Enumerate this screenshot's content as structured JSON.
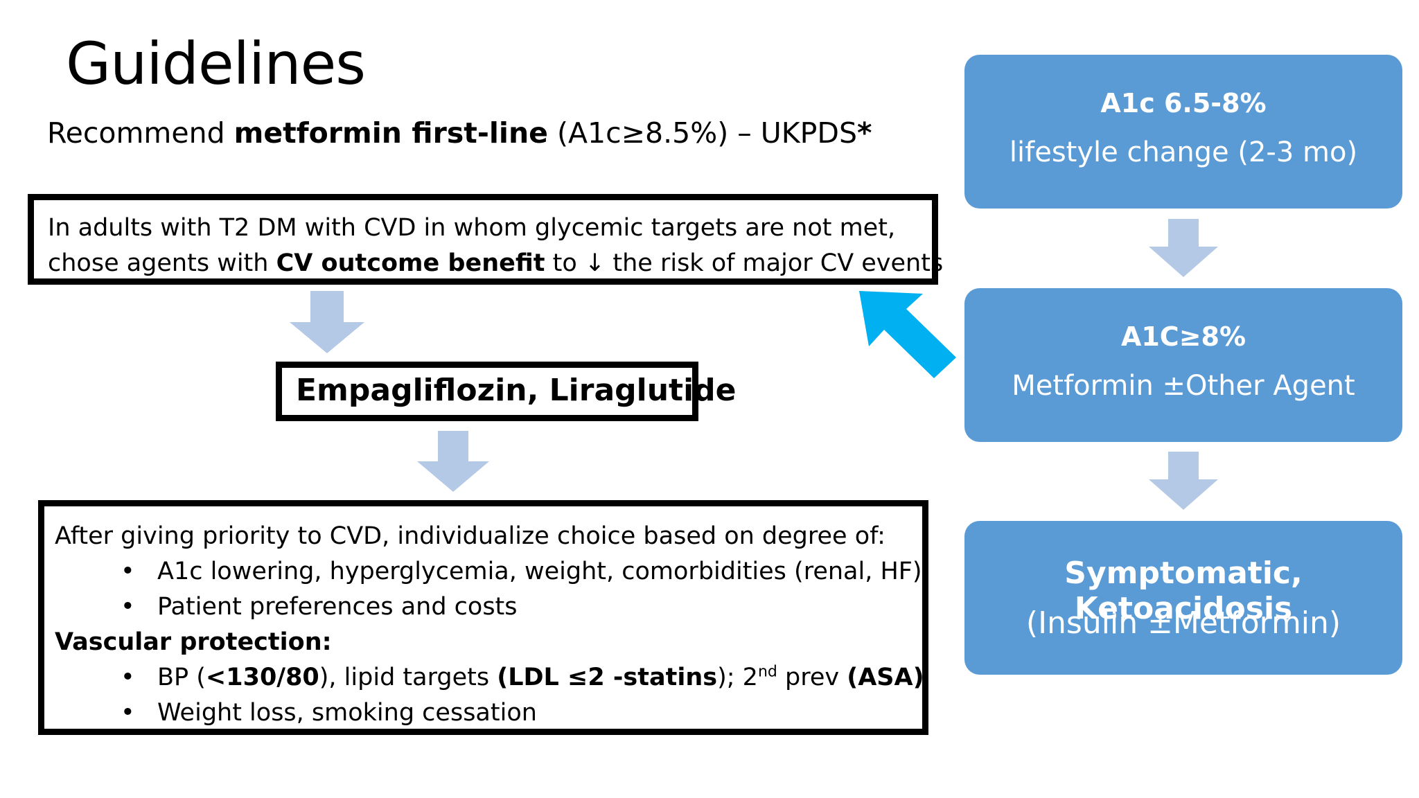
{
  "title": "Guidelines",
  "subtitle": {
    "prefix": "Recommend ",
    "bold": "metformin first-line",
    "suffix": " (A1c≥8.5%) – UKPDS",
    "star": "*"
  },
  "box_cvd": {
    "line1": "In adults with T2 DM with CVD in whom glycemic targets are not met,",
    "line2_prefix": "chose agents with ",
    "line2_bold": "CV outcome benefit",
    "line2_suffix": " to ↓ the risk of major CV events"
  },
  "box_agents": {
    "label": "Empagliflozin, Liraglutide"
  },
  "box_individualize": {
    "intro": "After giving priority to CVD, individualize choice based on degree of:",
    "bullet_char": "•",
    "bullets1": [
      "A1c lowering, hyperglycemia, weight, comorbidities (renal, HF)",
      "Patient preferences and costs"
    ],
    "vascular_heading": "Vascular protection:",
    "bp_pre": "BP (",
    "bp_bold": "<130/80",
    "bp_mid": "), lipid targets ",
    "lipid_bold": "(LDL ≤2 -statins",
    "lipid_after": "); 2",
    "sup": "nd",
    "prev": " prev ",
    "asa_bold": "(ASA)",
    "last_bullet": "Weight loss, smoking cessation"
  },
  "right_flow": [
    {
      "heading": "A1c 6.5-8%",
      "detail": "lifestyle change (2-3 mo)"
    },
    {
      "heading": "A1C≥8%",
      "detail": "Metformin ±Other Agent"
    },
    {
      "heading": "Symptomatic, Ketoacidosis",
      "detail": "(Insulin ±Metformin)"
    }
  ],
  "colors": {
    "box_fill": "#5b9bd5",
    "down_arrow": "#b4c9e6",
    "callout_arrow": "#00b0f0",
    "border": "#000000"
  }
}
